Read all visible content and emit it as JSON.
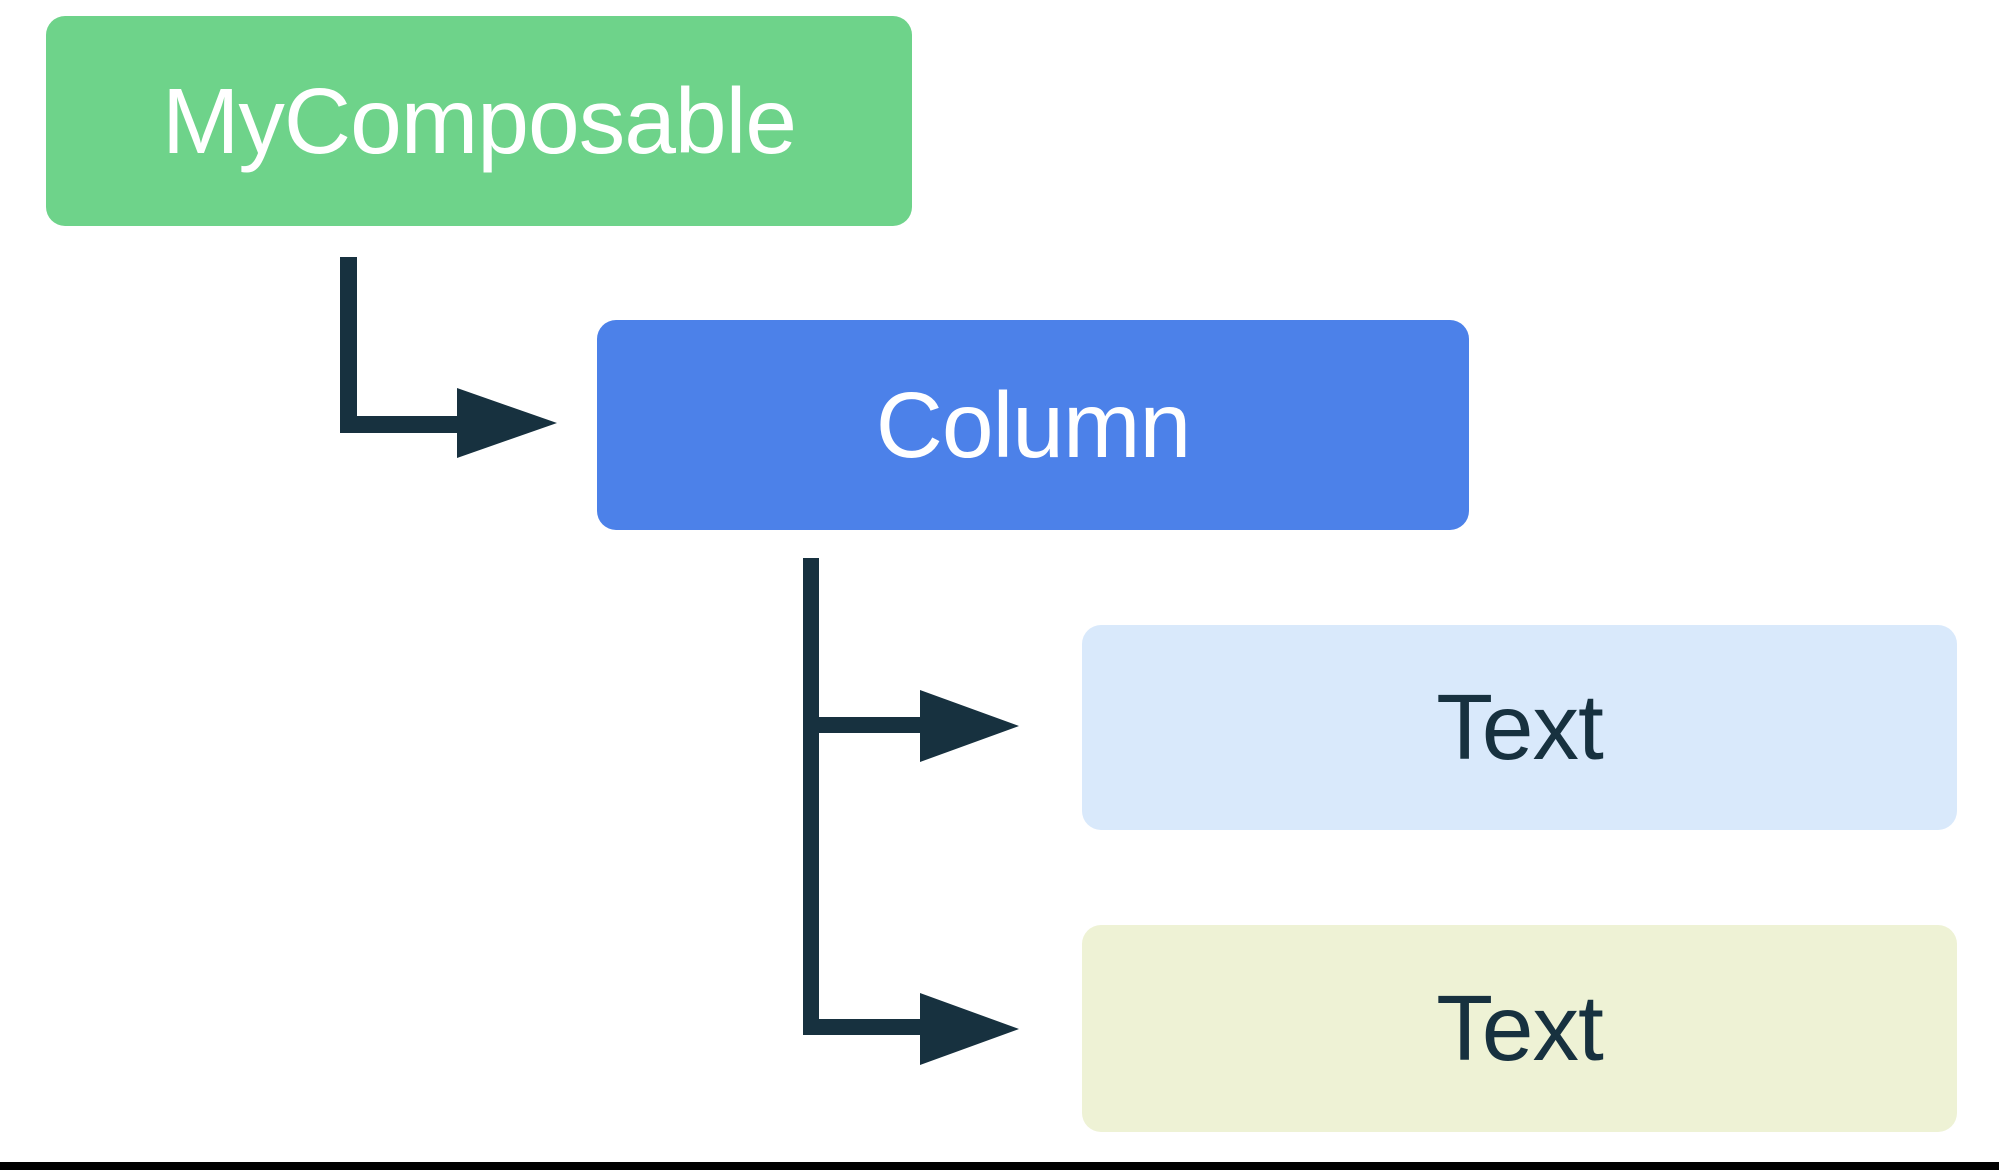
{
  "diagram": {
    "title_hint": "composable-hierarchy-tree",
    "nodes": [
      {
        "id": "mycomposable",
        "label": "MyComposable",
        "bg": "#6ED38A",
        "fg": "#FFFFFF"
      },
      {
        "id": "column",
        "label": "Column",
        "bg": "#4C81E9",
        "fg": "#FFFFFF"
      },
      {
        "id": "text-1",
        "label": "Text",
        "bg": "#D9E9FB",
        "fg": "#17313F"
      },
      {
        "id": "text-2",
        "label": "Text",
        "bg": "#EEF2D5",
        "fg": "#17313F"
      }
    ],
    "connectors": [
      {
        "from": "mycomposable",
        "to": "column"
      },
      {
        "from": "column",
        "to": "text-1"
      },
      {
        "from": "column",
        "to": "text-2"
      }
    ],
    "colors": {
      "connector": "#17313F",
      "background": "#FFFFFF",
      "bottom_border": "#000000"
    }
  }
}
